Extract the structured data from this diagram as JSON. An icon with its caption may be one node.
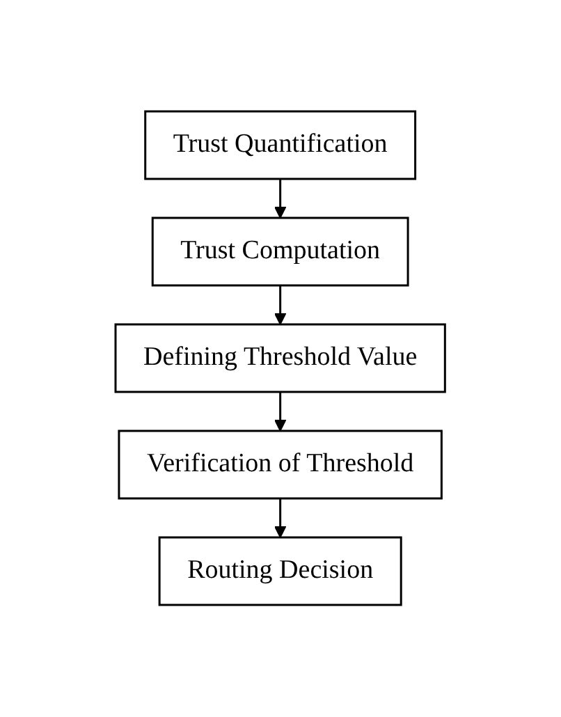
{
  "diagram": {
    "nodes": [
      {
        "text": [
          "Trust Quantification"
        ]
      },
      {
        "text": [
          "Trust Computation"
        ]
      },
      {
        "text": [
          "Defining Threshold Value"
        ]
      },
      {
        "text": [
          "Verification of Threshold"
        ]
      },
      {
        "text": [
          "Routing Decision"
        ]
      }
    ],
    "edges": [
      {
        "from": 0,
        "to": 1,
        "arrow": "to"
      },
      {
        "from": 1,
        "to": 2,
        "arrow": "to"
      },
      {
        "from": 2,
        "to": 3,
        "arrow": "to"
      },
      {
        "from": 3,
        "to": 4,
        "arrow": "to"
      }
    ]
  }
}
